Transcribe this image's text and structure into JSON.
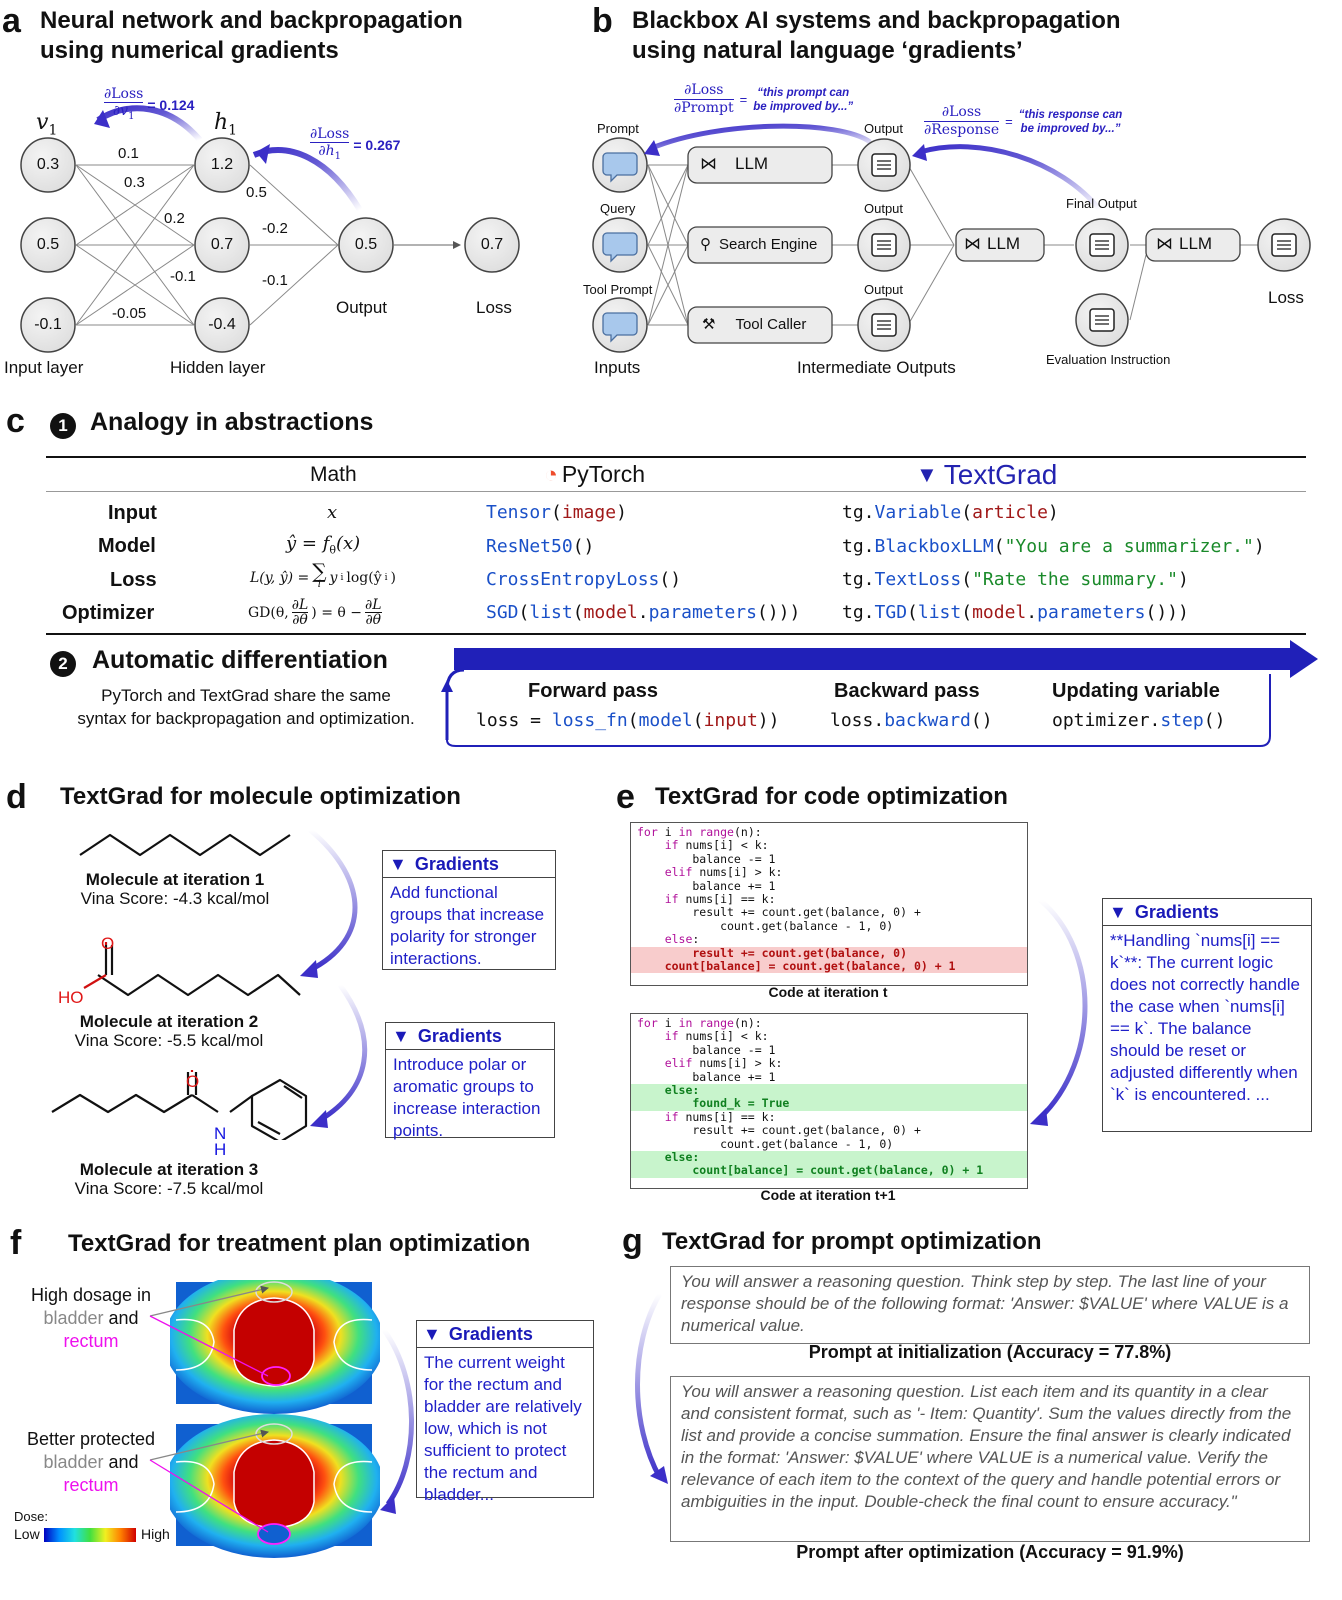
{
  "panel_a": {
    "label": "a",
    "title_line1": "Neural network and backpropagation",
    "title_line2": "using numerical gradients",
    "v1": "v",
    "v1_sub": "1",
    "h1": "h",
    "h1_sub": "1",
    "grad1_num": "∂Loss",
    "grad1_den": "∂v",
    "grad1_den_sub": "1",
    "grad1_value": "= 0.124",
    "grad2_num": "∂Loss",
    "grad2_den": "∂h",
    "grad2_den_sub": "1",
    "grad2_value": "= 0.267",
    "inputs": [
      "0.3",
      "0.5",
      "-0.1"
    ],
    "hidden": [
      "1.2",
      "0.7",
      "-0.4"
    ],
    "output": "0.5",
    "loss": "0.7",
    "weights": {
      "w1": "0.1",
      "w2": "0.3",
      "w3": "0.2",
      "w4": "-0.1",
      "w5": "-0.05",
      "w6": "0.5",
      "w7": "-0.2",
      "w8": "-0.1"
    },
    "label_input": "Input layer",
    "label_hidden": "Hidden layer",
    "label_output": "Output",
    "label_loss": "Loss"
  },
  "panel_b": {
    "label": "b",
    "title_line1": "Blackbox AI systems and backpropagation",
    "title_line2": "using natural language ‘gradients’",
    "grad1_num": "∂Loss",
    "grad1_den": "∂Prompt",
    "grad1_eq": "=",
    "grad1_quote_line1": "“this prompt can",
    "grad1_quote_line2": "be improved by...”",
    "grad2_num": "∂Loss",
    "grad2_den": "∂Response",
    "grad2_eq": "=",
    "grad2_quote_line1": "“this response can",
    "grad2_quote_line2": "be improved by...”",
    "label_prompt": "Prompt",
    "label_query": "Query",
    "label_tool_prompt": "Tool Prompt",
    "label_inputs": "Inputs",
    "label_output1": "Output",
    "label_output2": "Output",
    "label_output3": "Output",
    "label_intermediate": "Intermediate Outputs",
    "label_final_output": "Final Output",
    "label_eval": "Evaluation Instruction",
    "label_loss": "Loss",
    "box_llm1": "LLM",
    "box_search": "Search Engine",
    "box_tool": "Tool Caller",
    "box_llm2": "LLM",
    "box_llm3": "LLM"
  },
  "panel_c": {
    "label": "c",
    "step1_num": "1",
    "step1_title": "Analogy in abstractions",
    "col_math": "Math",
    "col_pytorch": "PyTorch",
    "col_textgrad": "TextGrad",
    "rows": [
      {
        "name": "Input"
      },
      {
        "name": "Model"
      },
      {
        "name": "Loss"
      },
      {
        "name": "Optimizer"
      }
    ],
    "math_input": "x",
    "math_model": "ŷ = f",
    "math_model_sub": "θ",
    "math_model_tail": "(x)",
    "math_loss_head": "L(y, ŷ) =",
    "math_loss_sum": "∑",
    "math_loss_sum_sub": "i",
    "math_loss_tail": "y",
    "math_loss_tail_sub": "i",
    "math_loss_log": "log(ŷ",
    "math_loss_log_sub": "i",
    "math_loss_log_end": ")",
    "math_opt_head": "GD(θ,",
    "math_opt_frac_num": "∂L",
    "math_opt_frac_den": "∂θ",
    "math_opt_mid": ") = θ −",
    "math_opt_frac2_num": "∂L",
    "math_opt_frac2_den": "∂θ",
    "pt_input_a": "Tensor",
    "pt_input_b": "(",
    "pt_input_c": "image",
    "pt_input_d": ")",
    "pt_model": "ResNet50",
    "pt_model_b": "()",
    "pt_loss": "CrossEntropyLoss",
    "pt_loss_b": "()",
    "pt_opt_a": "SGD",
    "pt_opt_b": "(",
    "pt_opt_c": "list",
    "pt_opt_d": "(",
    "pt_opt_e": "model",
    "pt_opt_f": ".",
    "pt_opt_g": "parameters",
    "pt_opt_h": "()))",
    "tg_prefix": "tg.",
    "tg_input_a": "Variable",
    "tg_input_b": "(",
    "tg_input_c": "article",
    "tg_input_d": ")",
    "tg_model_a": "BlackboxLLM",
    "tg_model_b": "(",
    "tg_model_c": "\"You are a summarizer.\"",
    "tg_model_d": ")",
    "tg_loss_a": "TextLoss",
    "tg_loss_b": "(",
    "tg_loss_c": "\"Rate the summary.\"",
    "tg_loss_d": ")",
    "tg_opt_a": "TGD",
    "tg_opt_b": "(",
    "tg_opt_c": "list",
    "tg_opt_d": "(",
    "tg_opt_e": "model",
    "tg_opt_f": ".",
    "tg_opt_g": "parameters",
    "tg_opt_h": "()))",
    "step2_num": "2",
    "step2_title": "Automatic differentiation",
    "step2_desc_line1": "PyTorch and TextGrad share the same",
    "step2_desc_line2": "syntax for backpropagation and optimization.",
    "forward_title": "Forward pass",
    "forward_a": "loss = ",
    "forward_b": "loss_fn",
    "forward_c": "(",
    "forward_d": "model",
    "forward_e": "(",
    "forward_f": "input",
    "forward_g": "))",
    "backward_title": "Backward pass",
    "backward_a": "loss.",
    "backward_b": "backward",
    "backward_c": "()",
    "update_title": "Updating variable",
    "update_a": "optimizer.",
    "update_b": "step",
    "update_c": "()"
  },
  "panel_d": {
    "label": "d",
    "title": "TextGrad for molecule optimization",
    "mol1_title": "Molecule at iteration 1",
    "mol1_score": "Vina Score: -4.3 kcal/mol",
    "mol2_title": "Molecule at iteration 2",
    "mol2_score": "Vina Score: -5.5 kcal/mol",
    "mol3_title": "Molecule at iteration 3",
    "mol3_score": "Vina Score: -7.5 kcal/mol",
    "atom_o": "O",
    "atom_ho": "HO",
    "atom_n": "N",
    "atom_h": "H",
    "grad1_head": "Gradients",
    "grad1_body": "Add functional groups that increase polarity for stronger interactions.",
    "grad2_head": "Gradients",
    "grad2_body": "Introduce polar or aromatic groups to increase interaction points."
  },
  "panel_e": {
    "label": "e",
    "title": "TextGrad for code optimization",
    "code1_caption": "Code at iteration t",
    "code2_caption": "Code at iteration t+1",
    "grad_head": "Gradients",
    "grad_body": "**Handling `nums[i] == k`**: The current logic does not correctly handle the case when `nums[i] == k`. The balance should be reset or adjusted differently when `k` is encountered. ..."
  },
  "panel_f": {
    "label": "f",
    "title": "TextGrad for treatment plan optimization",
    "top_line1": "High dosage in",
    "top_bladder": "bladder",
    "top_and": " and",
    "top_rectum": "rectum",
    "bot_line1": "Better protected",
    "bot_bladder": "bladder",
    "bot_and": " and",
    "bot_rectum": "rectum",
    "dose_label": "Dose:",
    "dose_low": "Low",
    "dose_high": "High",
    "grad_head": "Gradients",
    "grad_body": "The current weight for the rectum and bladder are relatively low, which is not sufficient to protect the rectum and bladder..."
  },
  "panel_g": {
    "label": "g",
    "title": "TextGrad for prompt optimization",
    "prompt_init": "You will answer a reasoning question. Think step by step. The last line of your response should be of the following format: 'Answer: $VALUE' where VALUE is a numerical value.",
    "caption_init": "Prompt at initialization (Accuracy = 77.8%)",
    "prompt_opt": "You will answer a reasoning question. List each item and its quantity in a clear and consistent format, such as '- Item: Quantity'. Sum the values directly from the list and provide a concise summation. Ensure the final answer is clearly indicated in the format: 'Answer: $VALUE' where VALUE is a numerical value. Verify the relevance of each item to the context of the query and handle potential errors or ambiguities in the input. Double-check the final count to ensure accuracy.\"",
    "caption_opt": "Prompt after optimization (Accuracy = 91.9%)"
  }
}
